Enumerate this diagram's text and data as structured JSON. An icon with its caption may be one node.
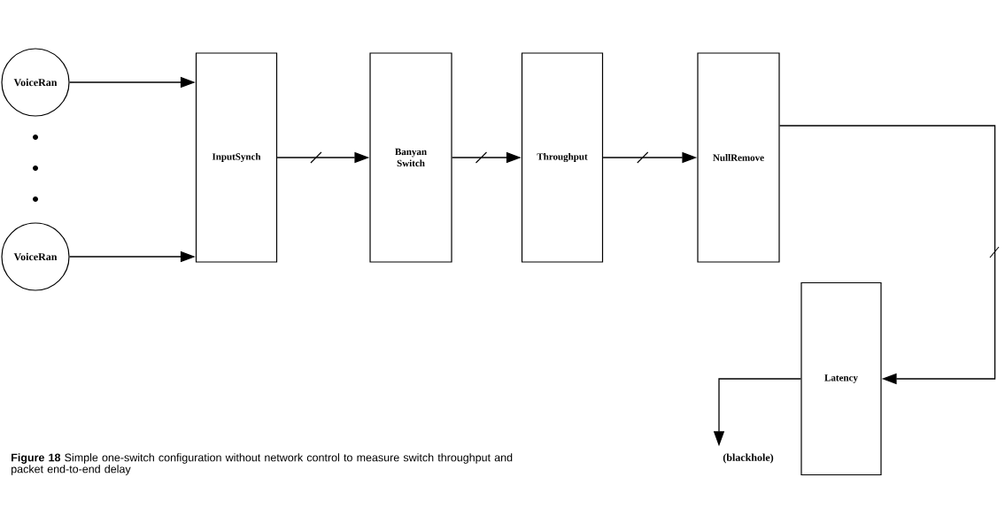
{
  "diagram": {
    "caption": "**Figure 18**    Simple one-switch configuration without network control to measure switch throughput and packet end-to-end delay",
    "nodes": [
      {
        "text": [
          "VoiceRan"
        ]
      },
      {
        "text": [
          "VoiceRan"
        ]
      },
      {
        "text": [
          "InputSynch"
        ]
      },
      {
        "text": [
          "Banyan Switch"
        ]
      },
      {
        "text": [
          "Throughput"
        ]
      },
      {
        "text": [
          "NullRemove"
        ]
      },
      {
        "text": [
          "Latency"
        ]
      },
      {
        "text": [
          "(blackhole)"
        ]
      }
    ],
    "edges": [
      {
        "from": 0,
        "to": 2,
        "arrow": "to"
      },
      {
        "from": 1,
        "to": 2,
        "arrow": "to"
      },
      {
        "from": 2,
        "to": 3,
        "arrow": "to"
      },
      {
        "from": 3,
        "to": 4,
        "arrow": "to"
      },
      {
        "from": 4,
        "to": 5,
        "arrow": "to"
      },
      {
        "from": 5,
        "to": 6,
        "arrow": "to"
      },
      {
        "from": 6,
        "to": 7,
        "arrow": "to"
      }
    ]
  }
}
